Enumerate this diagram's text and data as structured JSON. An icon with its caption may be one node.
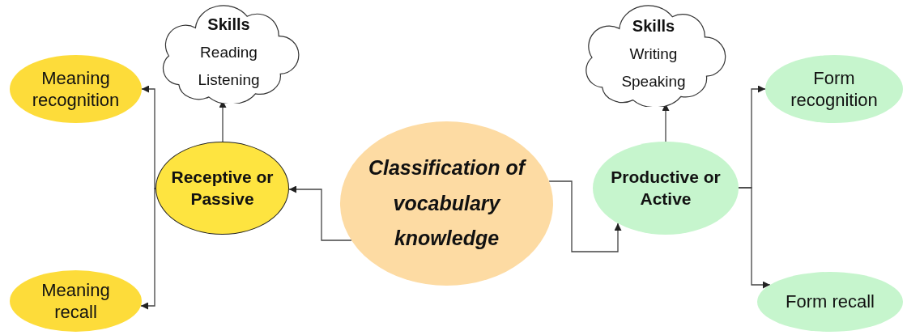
{
  "diagram": {
    "nodes": [
      {
        "text": [
          "Skills",
          "Reading",
          "Listening"
        ]
      },
      {
        "text": [
          "Skills",
          "Writing",
          "Speaking"
        ]
      },
      {
        "text": [
          "Meaning recognition"
        ]
      },
      {
        "text": [
          "Form recognition"
        ]
      },
      {
        "text": [
          "Receptive or Passive"
        ]
      },
      {
        "text": [
          "Classification of vocabulary knowledge"
        ]
      },
      {
        "text": [
          "Productive or Active"
        ]
      },
      {
        "text": [
          "Meaning recall"
        ]
      },
      {
        "text": [
          "Form recall"
        ]
      }
    ],
    "edges": [
      {
        "from": 5,
        "to": 4,
        "arrow": "to"
      },
      {
        "from": 5,
        "to": 6,
        "arrow": "to"
      },
      {
        "from": 4,
        "to": 0,
        "arrow": "to"
      },
      {
        "from": 6,
        "to": 1,
        "arrow": "to"
      },
      {
        "from": 4,
        "to": 2,
        "arrow": "to"
      },
      {
        "from": 4,
        "to": 7,
        "arrow": "to"
      },
      {
        "from": 6,
        "to": 3,
        "arrow": "to"
      },
      {
        "from": 6,
        "to": 8,
        "arrow": "to"
      }
    ]
  }
}
